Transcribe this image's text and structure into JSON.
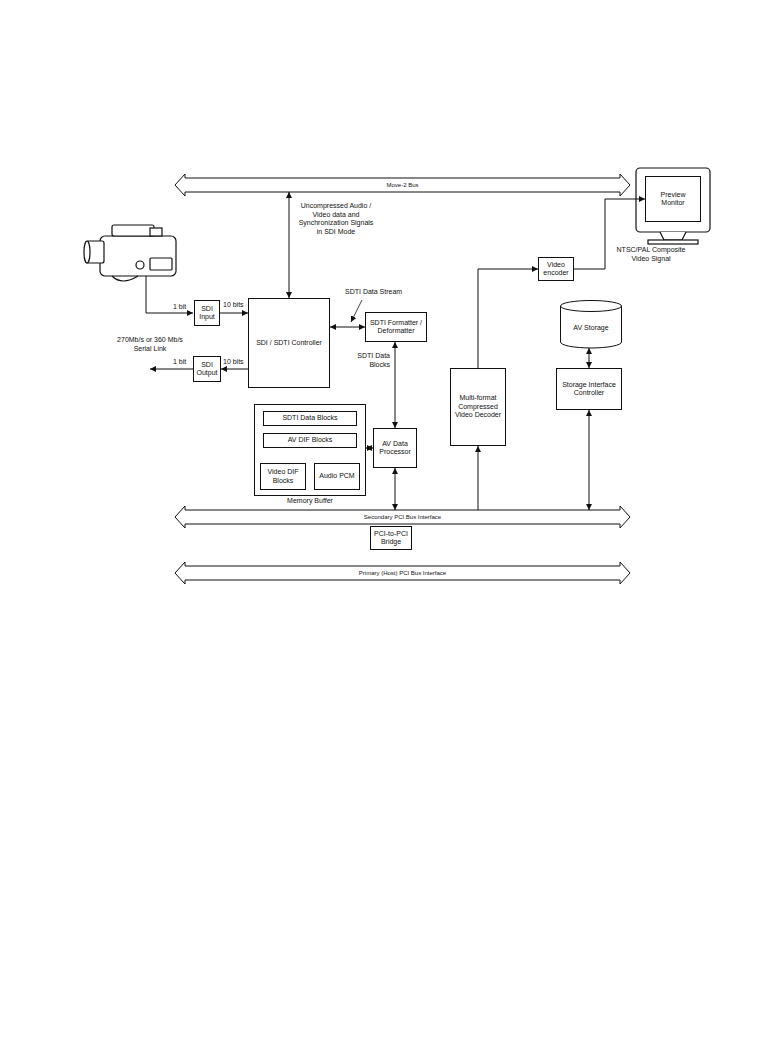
{
  "diagram": {
    "nodes": [
      {
        "text": [
          "Move-2 Bus"
        ]
      },
      {
        "text": [
          "Preview Monitor"
        ]
      },
      {
        "text": [
          "SDI Input"
        ]
      },
      {
        "text": [
          "SDI / SDTI Controller"
        ]
      },
      {
        "text": [
          "SDTI Formatter / Deformatter"
        ]
      },
      {
        "text": [
          "SDI Output"
        ]
      },
      {
        "text": [
          "Video encoder"
        ]
      },
      {
        "text": [
          "AV Storage"
        ]
      },
      {
        "text": [
          "Multi-format Compressed Video Decoder"
        ]
      },
      {
        "text": [
          "Storage Interface Controller"
        ]
      },
      {
        "text": [
          "Memory Buffer"
        ]
      },
      {
        "text": [
          "SDTI Data Blocks"
        ],
        "in": 10
      },
      {
        "text": [
          "AV DIF Blocks"
        ],
        "in": 10
      },
      {
        "text": [
          "Video DIF Blocks"
        ],
        "in": 10
      },
      {
        "text": [
          "Audio PCM"
        ],
        "in": 10
      },
      {
        "text": [
          "AV Data Processor"
        ]
      },
      {
        "text": [
          "Secondary PCI Bus Interface"
        ]
      },
      {
        "text": [
          "PCI-to-PCI Bridge"
        ]
      },
      {
        "text": [
          "Primary (Host) PCI Bus Interface"
        ]
      }
    ],
    "edges": [
      {
        "from": 0,
        "to": 3,
        "arrow": "both"
      },
      {
        "from": 2,
        "to": 3,
        "arrow": "to"
      },
      {
        "from": 3,
        "to": 5,
        "arrow": "to"
      },
      {
        "from": 3,
        "to": 4,
        "arrow": "both"
      },
      {
        "from": 4,
        "to": 15,
        "arrow": "both"
      },
      {
        "from": 10,
        "to": 15,
        "arrow": "both"
      },
      {
        "from": 15,
        "to": 16,
        "arrow": "both"
      },
      {
        "from": 16,
        "to": 8,
        "arrow": "to"
      },
      {
        "from": 8,
        "to": 6,
        "arrow": "to"
      },
      {
        "from": 6,
        "to": 1,
        "arrow": "to"
      },
      {
        "from": 7,
        "to": 9,
        "arrow": "both"
      },
      {
        "from": 9,
        "to": 16,
        "arrow": "both"
      },
      {
        "from": 11,
        "to": 12,
        "arrow": "none"
      },
      {
        "from": 12,
        "to": 13,
        "arrow": "none"
      },
      {
        "from": 12,
        "to": 14,
        "arrow": "none"
      }
    ],
    "labels": [
      "Uncompressed Audio / Video data and Synchronization Signals in SDI Mode",
      "SDTI Data Stream",
      "1 bit",
      "10 bits",
      "270Mb/s or 360 Mb/s Serial Link",
      "1 bit",
      "10 bits",
      "SDTI Data Blocks",
      "NTSC/PAL Composite Video Signal"
    ]
  }
}
